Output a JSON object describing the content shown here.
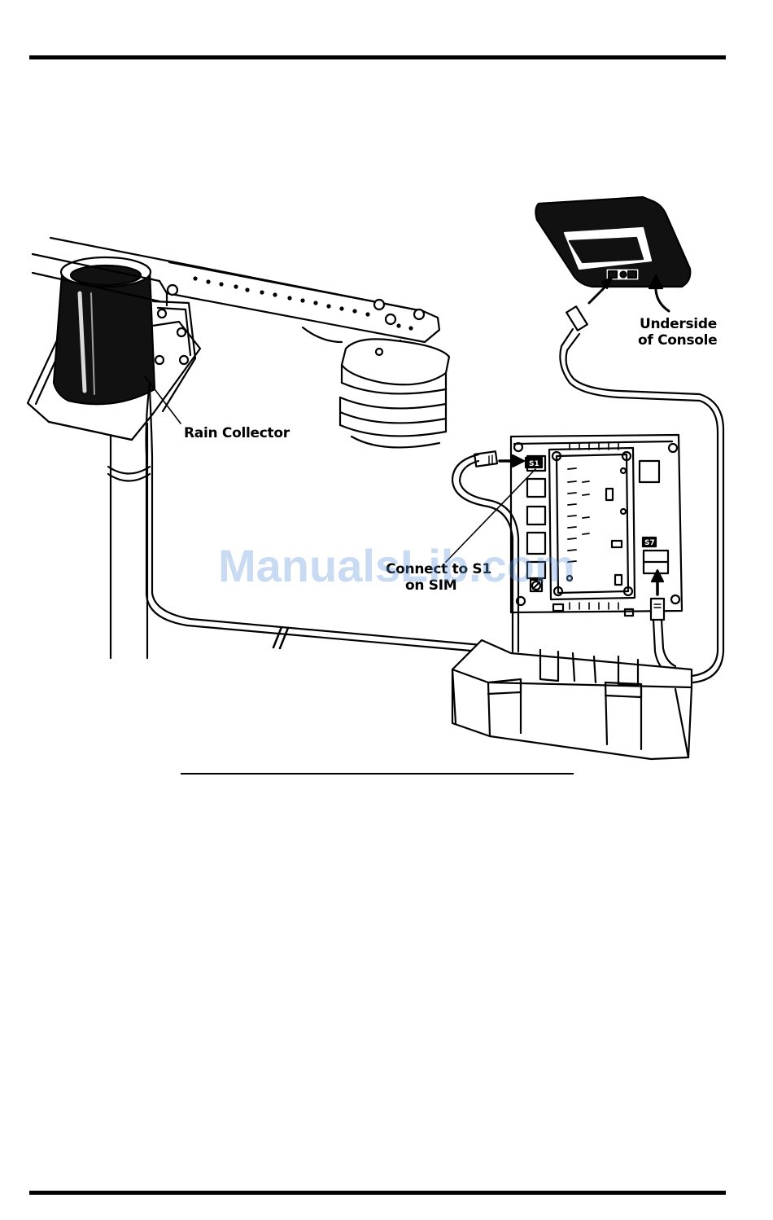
{
  "labels": {
    "rain_collector": "Rain Collector",
    "console_line1": "Underside",
    "console_line2": "of Console",
    "sim_line1": "Connect to S1",
    "sim_line2": "on SIM",
    "port_s1": "S1",
    "port_s7": "S7"
  },
  "watermark": "ManualsLib.com",
  "colors": {
    "ink": "#000000",
    "watermark": "#6496dc"
  }
}
